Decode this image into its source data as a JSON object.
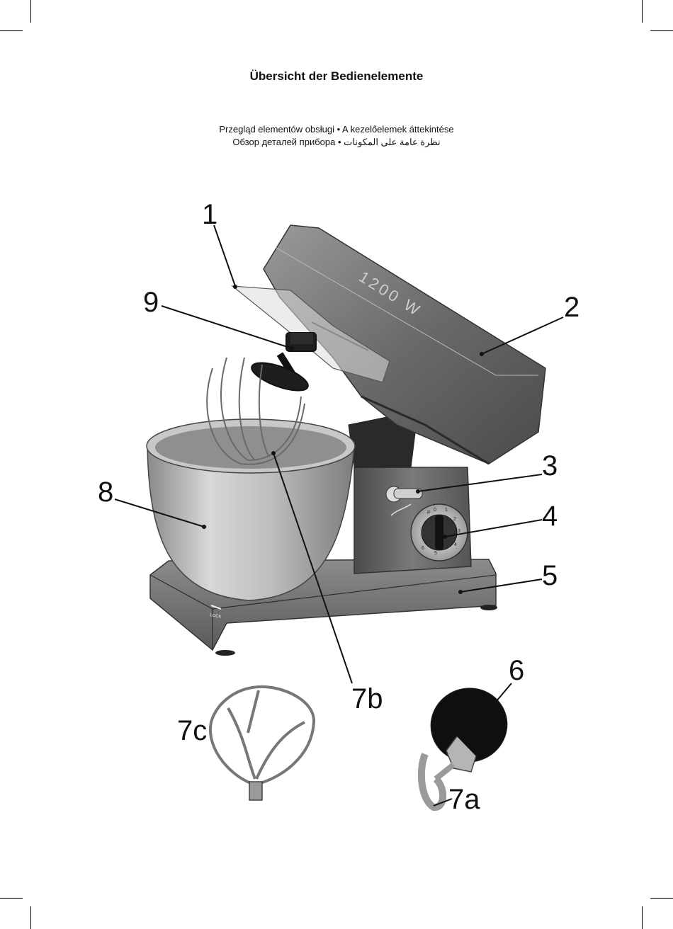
{
  "page": {
    "title": "Übersicht der Bedienelemente",
    "subtitle_line1": "Przegląd elementów obsługi • A kezelőelemek áttekintése",
    "subtitle_line2": "Обзор деталей прибора • نظرة عامة على المكونات"
  },
  "figure": {
    "power_marking": "1200 W",
    "lock_marking": "LOCK",
    "speed_dial_marks": [
      "P",
      "0",
      "1",
      "2",
      "3",
      "4",
      "5",
      "6"
    ],
    "callouts": {
      "c1": "1",
      "c2": "2",
      "c3": "3",
      "c4": "4",
      "c5": "5",
      "c6": "6",
      "c7a": "7a",
      "c7b": "7b",
      "c7c": "7c",
      "c8": "8",
      "c9": "9"
    }
  },
  "colors": {
    "housing": "#6f6f6f",
    "housing_dark": "#3a3a3a",
    "steel": "#b9b9b9",
    "ink": "#111111"
  }
}
